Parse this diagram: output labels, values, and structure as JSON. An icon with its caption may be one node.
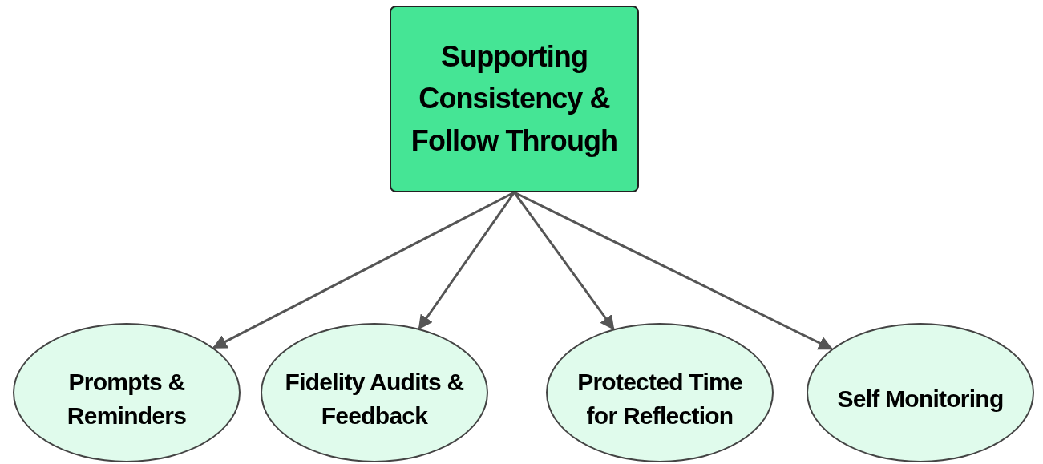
{
  "diagram": {
    "nodes": [
      {
        "text": [
          "Supporting Consistency & Follow Through"
        ]
      },
      {
        "text": [
          "Prompts & Reminders"
        ]
      },
      {
        "text": [
          "Fidelity Audits & Feedback"
        ]
      },
      {
        "text": [
          "Protected Time for Reflection"
        ]
      },
      {
        "text": [
          "Self Monitoring"
        ]
      }
    ],
    "edges": [
      {
        "from": 0,
        "to": 1,
        "arrow": "to"
      },
      {
        "from": 0,
        "to": 2,
        "arrow": "to"
      },
      {
        "from": 0,
        "to": 3,
        "arrow": "to"
      },
      {
        "from": 0,
        "to": 4,
        "arrow": "to"
      }
    ]
  }
}
